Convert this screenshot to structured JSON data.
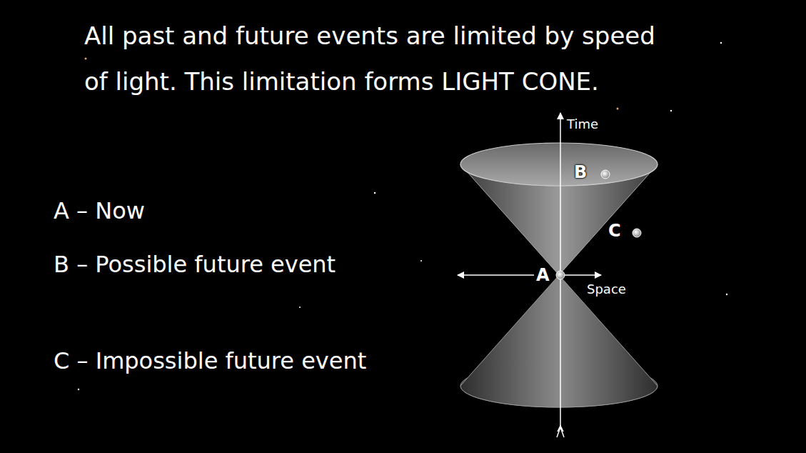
{
  "diagram": {
    "title": "All past and future events are limited by speed of light. This limitation forms LIGHT CONE.",
    "labels": [
      "A – Now",
      "B – Possible future event",
      "C – Impossible future event",
      "Time",
      "Space",
      "A",
      "B",
      "C"
    ]
  }
}
